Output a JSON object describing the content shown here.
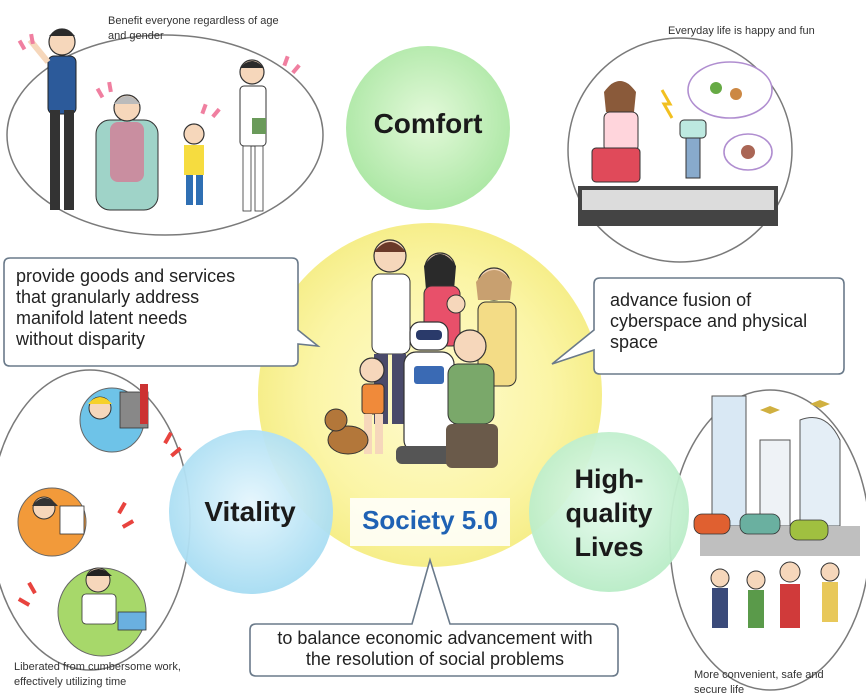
{
  "center": {
    "title": "Society 5.0"
  },
  "bubbles": {
    "comfort": "Comfort",
    "vitality": "Vitality",
    "high_quality_1": "High-",
    "high_quality_2": "quality",
    "high_quality_3": "Lives"
  },
  "callouts": {
    "left_1": "provide goods and services",
    "left_2": "that granularly address",
    "left_3": "manifold latent needs",
    "left_4": "without disparity",
    "right_1": "advance fusion of",
    "right_2": "cyberspace and physical",
    "right_3": "space",
    "bottom_1": "to balance economic advancement with",
    "bottom_2": "the resolution of social problems"
  },
  "captions": {
    "top_left_1": "Benefit everyone regardless of age",
    "top_left_2": "and gender",
    "top_right": "Everyday life is happy and fun",
    "bottom_left_1": "Liberated from cumbersome work,",
    "bottom_left_2": "effectively utilizing time",
    "bottom_right_1": "More convenient, safe and",
    "bottom_right_2": "secure life"
  },
  "colors": {
    "center_yellow": "#fbf5a6",
    "comfort_green": "#a8e6a0",
    "vitality_blue": "#a6dcf2",
    "lives_green": "#b8ecc6",
    "title_blue": "#1f62b4"
  }
}
